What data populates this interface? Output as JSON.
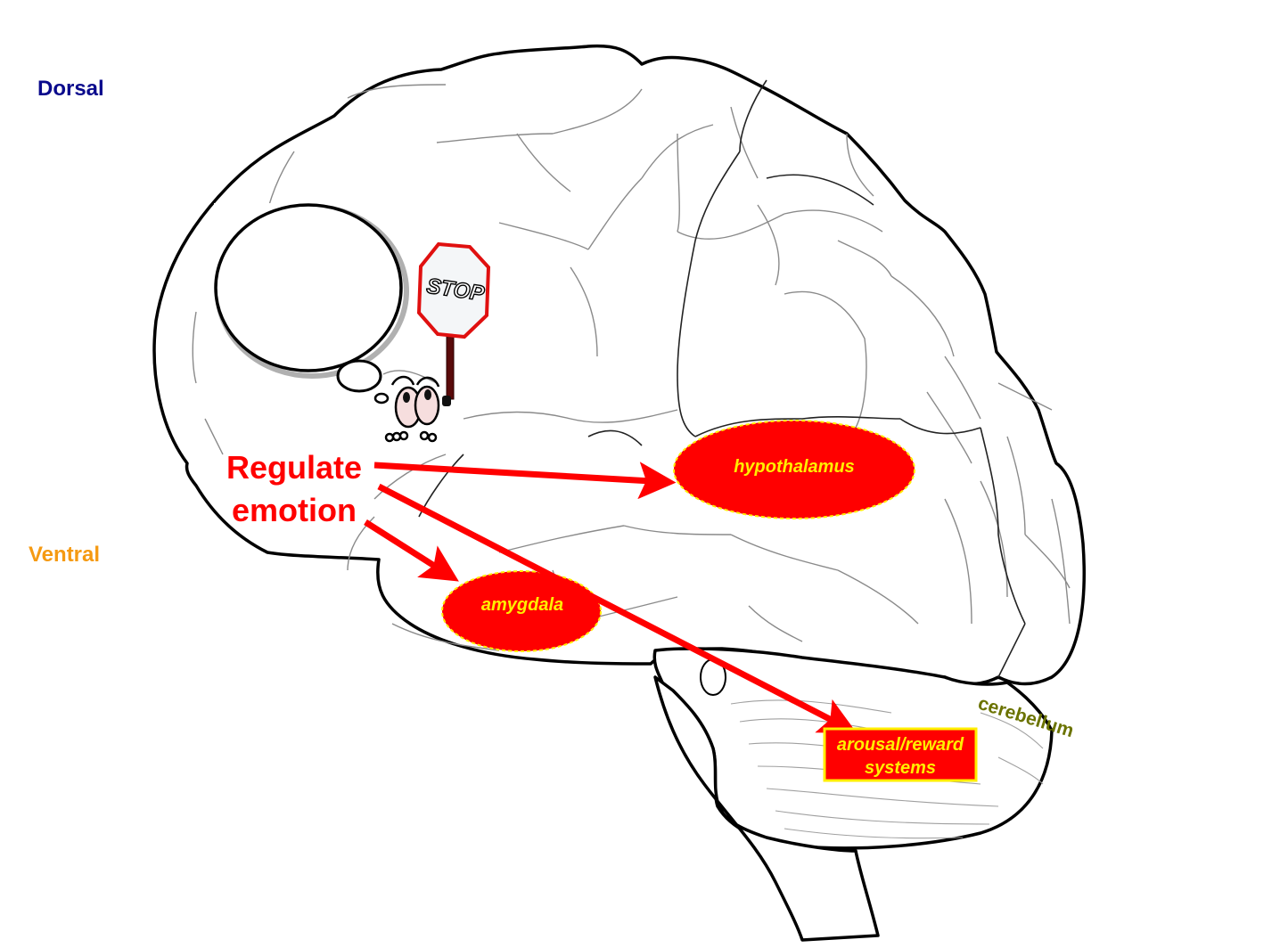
{
  "orientation": {
    "dorsal": "Dorsal",
    "ventral": "Ventral"
  },
  "colors": {
    "dorsal": "#0a0a8c",
    "ventral": "#f59a12",
    "regulate": "#ff0000",
    "region_fill": "#ff0000",
    "region_text": "#ffee00",
    "cerebellum_text": "#6b7300",
    "outline": "#000000",
    "sulci": "#8a8a8a"
  },
  "control_label": {
    "line1": "Regulate",
    "line2": "emotion"
  },
  "stop_sign": {
    "text": "STOP"
  },
  "regions": {
    "hypothalamus": "hypothalamus",
    "amygdala": "amygdala",
    "arousal_line1": "arousal/reward",
    "arousal_line2": "systems",
    "cerebellum": "cerebellum"
  },
  "icons": [
    "brain-outline-icon",
    "thought-bubble-icon",
    "stop-sign-icon",
    "cartoon-character-icon",
    "arrow-icon"
  ]
}
